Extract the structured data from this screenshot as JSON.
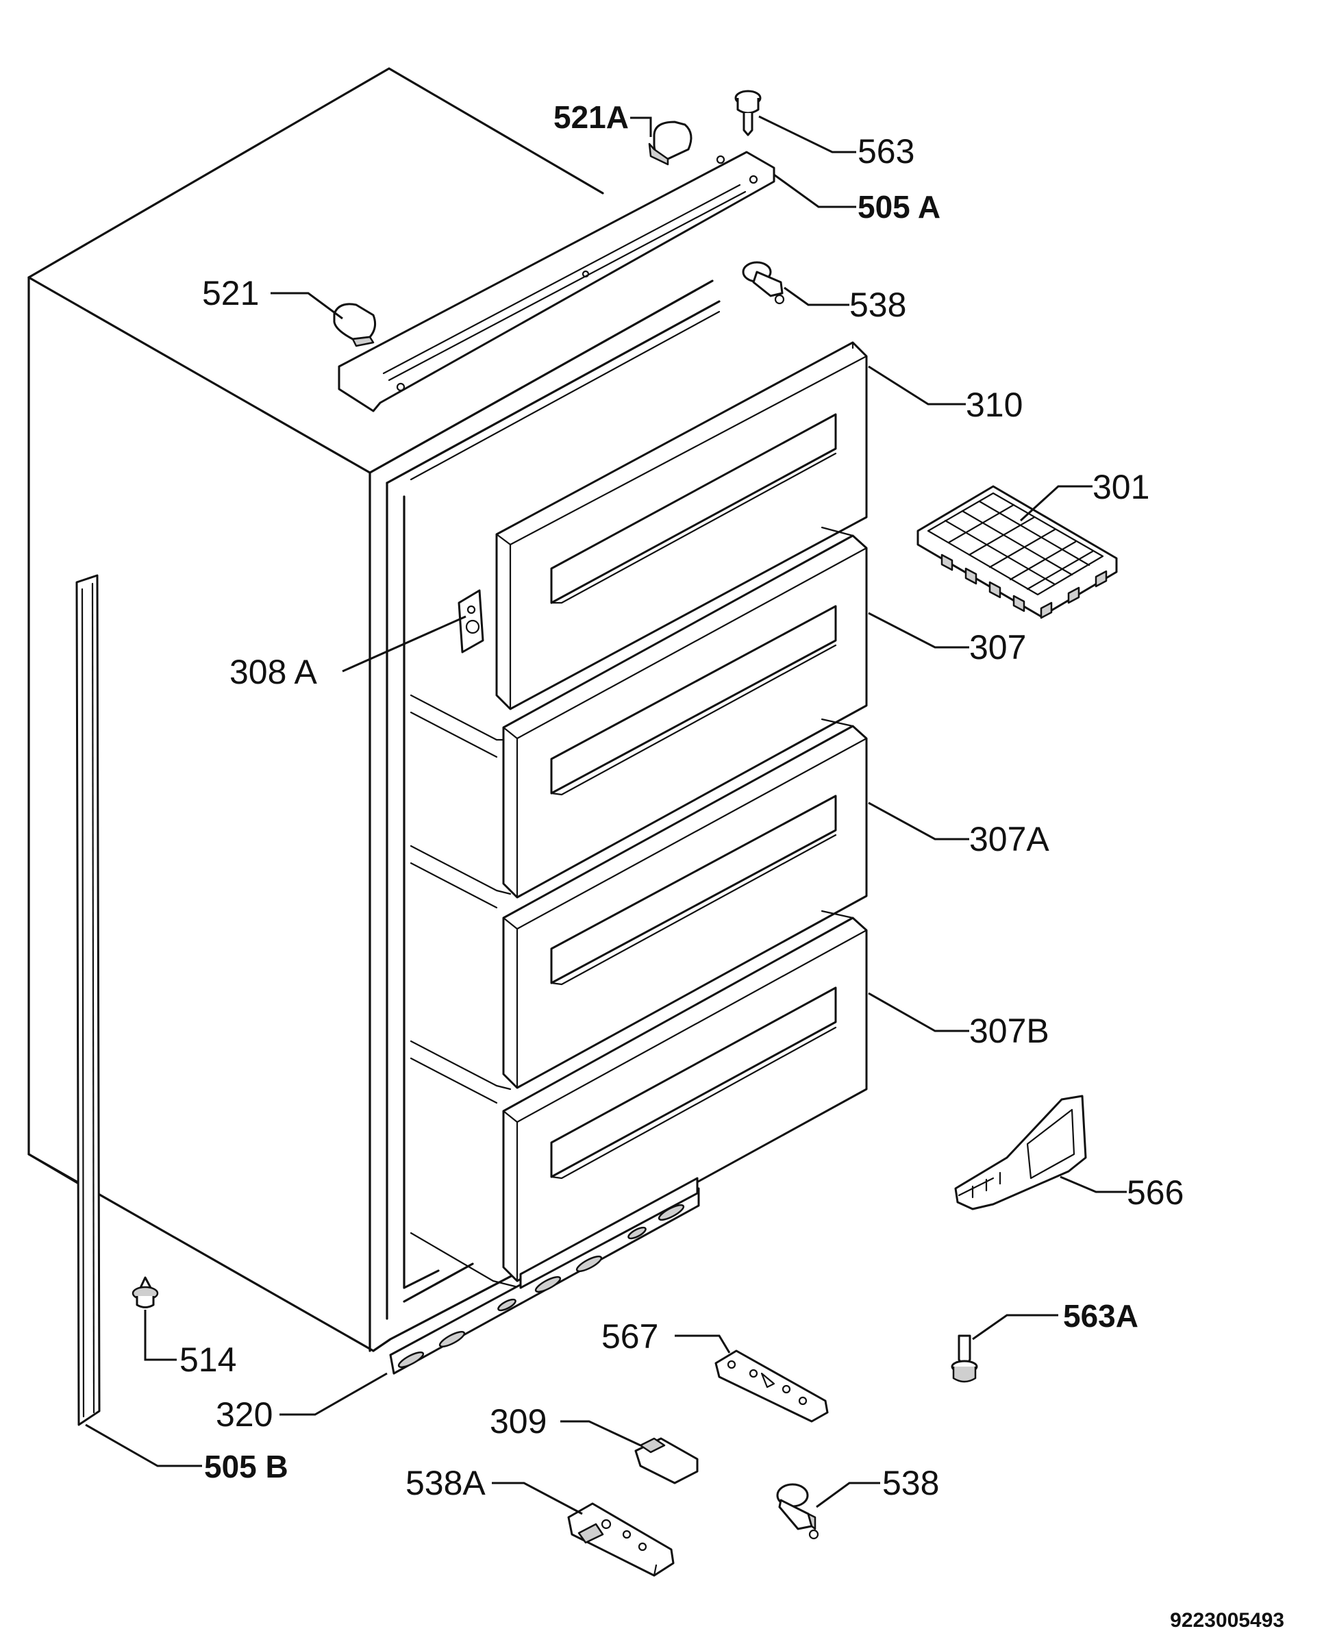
{
  "diagram": {
    "document_number": "9223005493",
    "callouts": [
      {
        "id": "521A",
        "text": "521A"
      },
      {
        "id": "563",
        "text": "563"
      },
      {
        "id": "505A",
        "text": "505 A"
      },
      {
        "id": "521",
        "text": "521"
      },
      {
        "id": "538-top",
        "text": "538"
      },
      {
        "id": "310",
        "text": "310"
      },
      {
        "id": "301",
        "text": "301"
      },
      {
        "id": "308A",
        "text": "308 A"
      },
      {
        "id": "307",
        "text": "307"
      },
      {
        "id": "307A",
        "text": "307A"
      },
      {
        "id": "307B",
        "text": "307B"
      },
      {
        "id": "566",
        "text": "566"
      },
      {
        "id": "563A",
        "text": "563A"
      },
      {
        "id": "514",
        "text": "514"
      },
      {
        "id": "567",
        "text": "567"
      },
      {
        "id": "320",
        "text": "320"
      },
      {
        "id": "309",
        "text": "309"
      },
      {
        "id": "505B",
        "text": "505 B"
      },
      {
        "id": "538A",
        "text": "538A"
      },
      {
        "id": "538-bottom",
        "text": "538"
      }
    ]
  }
}
